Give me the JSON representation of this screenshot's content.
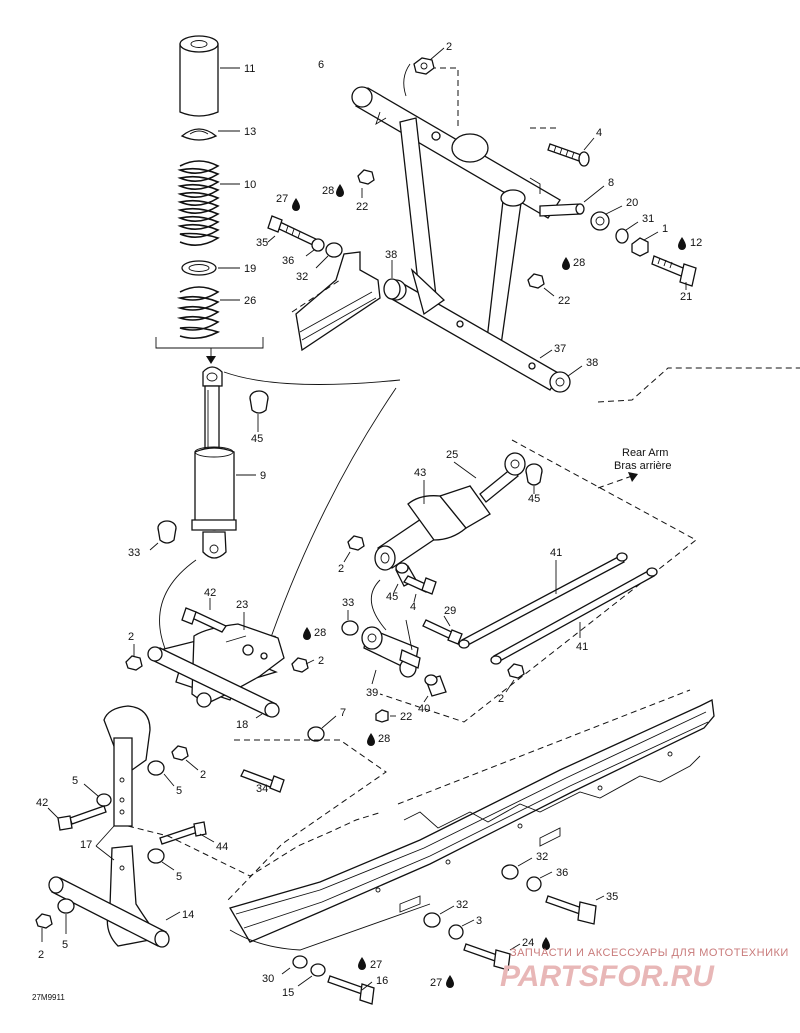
{
  "diagram_code": "27M9911",
  "rear_arm_label": [
    "Rear Arm",
    "Bras arrière"
  ],
  "watermark": {
    "top": "ЗАПЧАСТИ И АКСЕССУАРЫ ДЛЯ МОТОТЕХНИКИ",
    "logo": "PARTSFOR.RU"
  },
  "callouts": {
    "c11": "11",
    "c13": "13",
    "c10": "10",
    "c19": "19",
    "c26": "26",
    "c45a": "45",
    "c9": "9",
    "c33a": "33",
    "c6": "6",
    "c2a": "2",
    "c4a": "4",
    "c8": "8",
    "c27a": "27",
    "c28a": "28",
    "c22a": "22",
    "c20": "20",
    "c31": "31",
    "c1": "1",
    "c12": "12",
    "c35a": "35",
    "c36a": "36",
    "c32a": "32",
    "c38a": "38",
    "c28b": "28",
    "c22b": "22",
    "c21": "21",
    "c37": "37",
    "c38b": "38",
    "c43": "43",
    "c25": "25",
    "c45b": "45",
    "c2b": "2",
    "c45c": "45",
    "c4b": "4",
    "c41a": "41",
    "c41b": "41",
    "c33b": "33",
    "c29": "29",
    "c42a": "42",
    "c23": "23",
    "c28c": "28",
    "c2c": "2",
    "c2d": "2",
    "c18": "18",
    "c7": "7",
    "c39": "39",
    "c40": "40",
    "c22c": "22",
    "c28d": "28",
    "c2e": "2",
    "c34": "34",
    "c5a": "5",
    "c2f": "2",
    "c5b": "5",
    "c42b": "42",
    "c17": "17",
    "c44": "44",
    "c5c": "5",
    "c14": "14",
    "c5d": "5",
    "c2g": "2",
    "c32b": "32",
    "c36b": "36",
    "c35b": "35",
    "c32c": "32",
    "c3": "3",
    "c24": "24",
    "c27b": "27",
    "c27c": "27",
    "c16": "16",
    "c15": "15",
    "c30": "30"
  }
}
